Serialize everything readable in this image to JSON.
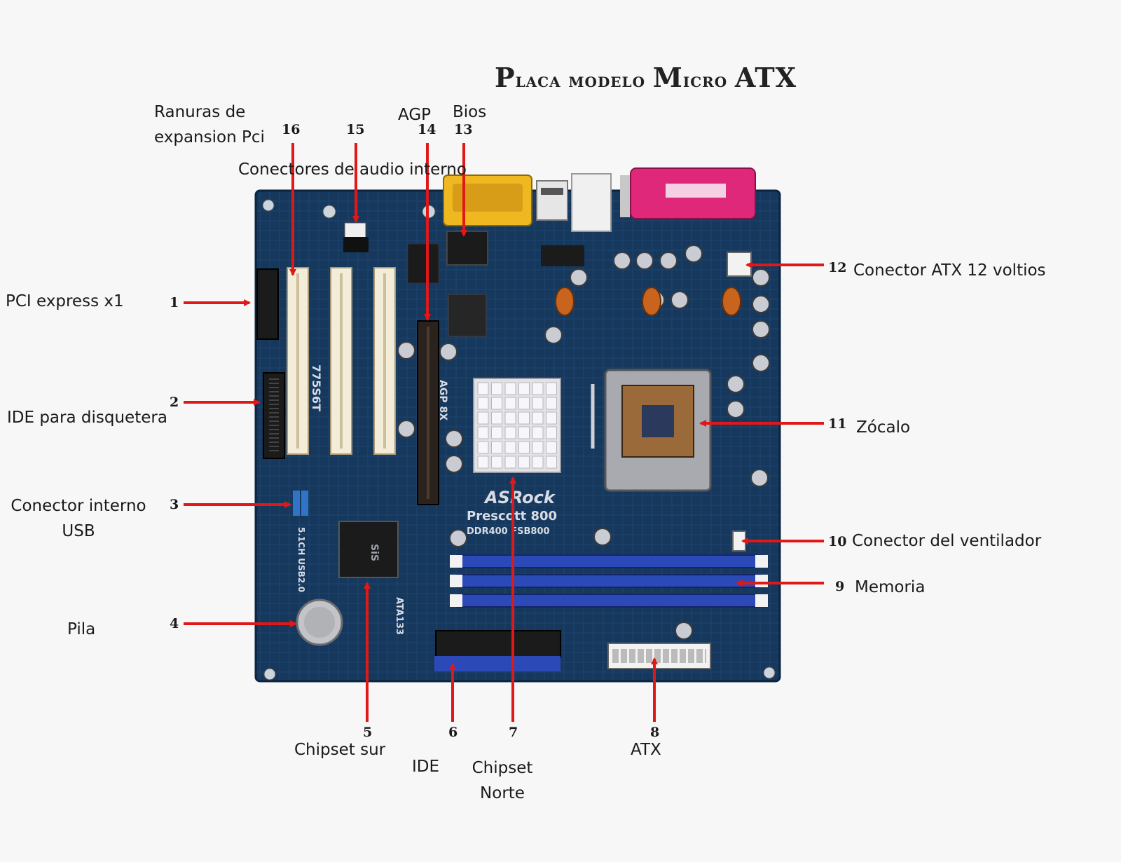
{
  "title": "Placa modelo Micro ATX",
  "colors": {
    "pcb": "#16385c",
    "arrow": "#e01818",
    "ram_slot": "#2c49b8",
    "pci_slot": "#f3ecd8",
    "agp_slot": "#2a221c",
    "vga_port": "#f0b820",
    "parallel_port": "#e0287a"
  },
  "board_markings": {
    "brand": "ASRock",
    "model": "Prescott 800",
    "spec": "DDR400 FSB800",
    "agp": "AGP 8X",
    "usb": "5.1CH USB2.0",
    "ide": "ATA133",
    "chip": "SiS",
    "code": "775S6T"
  },
  "callouts": [
    {
      "id": "pci-express-x1",
      "number": "1",
      "label": "PCI express x1",
      "icon": "arrow-right"
    },
    {
      "id": "ide-disquetera",
      "number": "2",
      "label": "IDE para disquetera",
      "icon": "arrow-right"
    },
    {
      "id": "conector-usb",
      "number": "3",
      "label": "Conector interno USB",
      "icon": "arrow-right"
    },
    {
      "id": "pila",
      "number": "4",
      "label": "Pila",
      "icon": "arrow-right"
    },
    {
      "id": "chipset-sur",
      "number": "5",
      "label": "Chipset sur",
      "icon": "arrow-up"
    },
    {
      "id": "ide",
      "number": "6",
      "label": "IDE",
      "icon": "arrow-up"
    },
    {
      "id": "chipset-norte",
      "number": "7",
      "label": "Chipset Norte",
      "icon": "arrow-up"
    },
    {
      "id": "atx",
      "number": "8",
      "label": "ATX",
      "icon": "arrow-up"
    },
    {
      "id": "memoria",
      "number": "9",
      "label": "Memoria",
      "icon": "arrow-left"
    },
    {
      "id": "ventilador",
      "number": "10",
      "label": "Conector del ventilador",
      "icon": "arrow-left"
    },
    {
      "id": "zocalo",
      "number": "11",
      "label": "Zócalo",
      "icon": "arrow-left"
    },
    {
      "id": "atx-12v",
      "number": "12",
      "label": "Conector ATX 12 voltios",
      "icon": "arrow-left"
    },
    {
      "id": "bios",
      "number": "13",
      "label": "Bios",
      "icon": "arrow-down"
    },
    {
      "id": "agp",
      "number": "14",
      "label": "AGP",
      "icon": "arrow-down"
    },
    {
      "id": "audio-interno",
      "number": "15",
      "label": "Conectores de audio interno",
      "icon": "arrow-down"
    },
    {
      "id": "ranuras-pci",
      "number": "16",
      "label": "Ranuras de expansion Pci",
      "icon": "arrow-down"
    }
  ]
}
